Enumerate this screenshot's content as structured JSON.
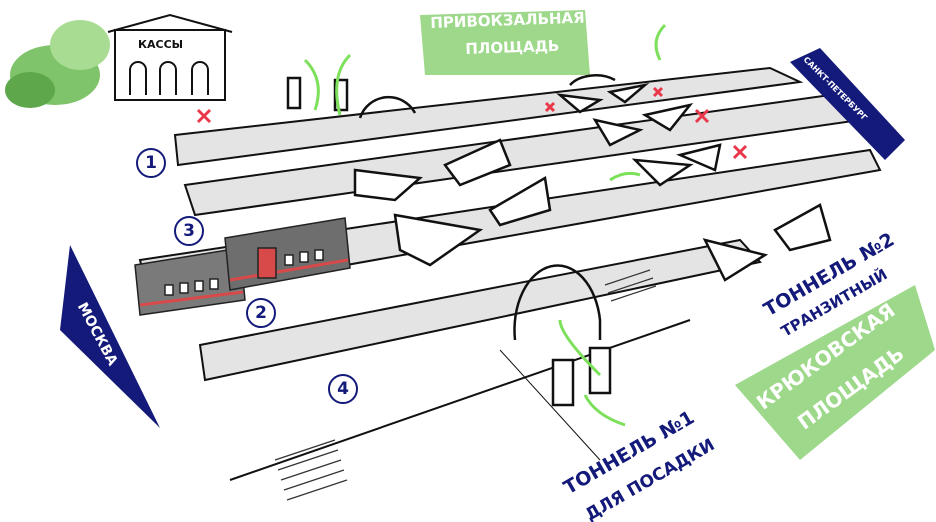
{
  "colors": {
    "navy": "#141a7a",
    "green": "#9ed88a",
    "arrow": "#7ce05a",
    "cross": "#e8384a",
    "platform": "#e4e4e4",
    "train": "#7a7a7a",
    "train_stripe": "#d84a4a"
  },
  "labels": {
    "ticket_office": "КАССЫ",
    "station_square_line1": "ПРИВОКЗАЛЬНАЯ",
    "station_square_line2": "ПЛОЩАДЬ",
    "direction_spb": "САНКТ-ПЕТЕРБУРГ",
    "direction_moscow": "МОСКВА",
    "tunnel2_line1": "ТОННЕЛЬ №2",
    "tunnel2_line2": "ТРАНЗИТНЫЙ",
    "kryukovo_square_line1": "КРЮКОВСКАЯ",
    "kryukovo_square_line2": "ПЛОЩАДЬ",
    "tunnel1_line1": "ТОННЕЛЬ №1",
    "tunnel1_line2": "ДЛЯ ПОСАДКИ"
  },
  "tracks": [
    "1",
    "3",
    "2",
    "4"
  ]
}
